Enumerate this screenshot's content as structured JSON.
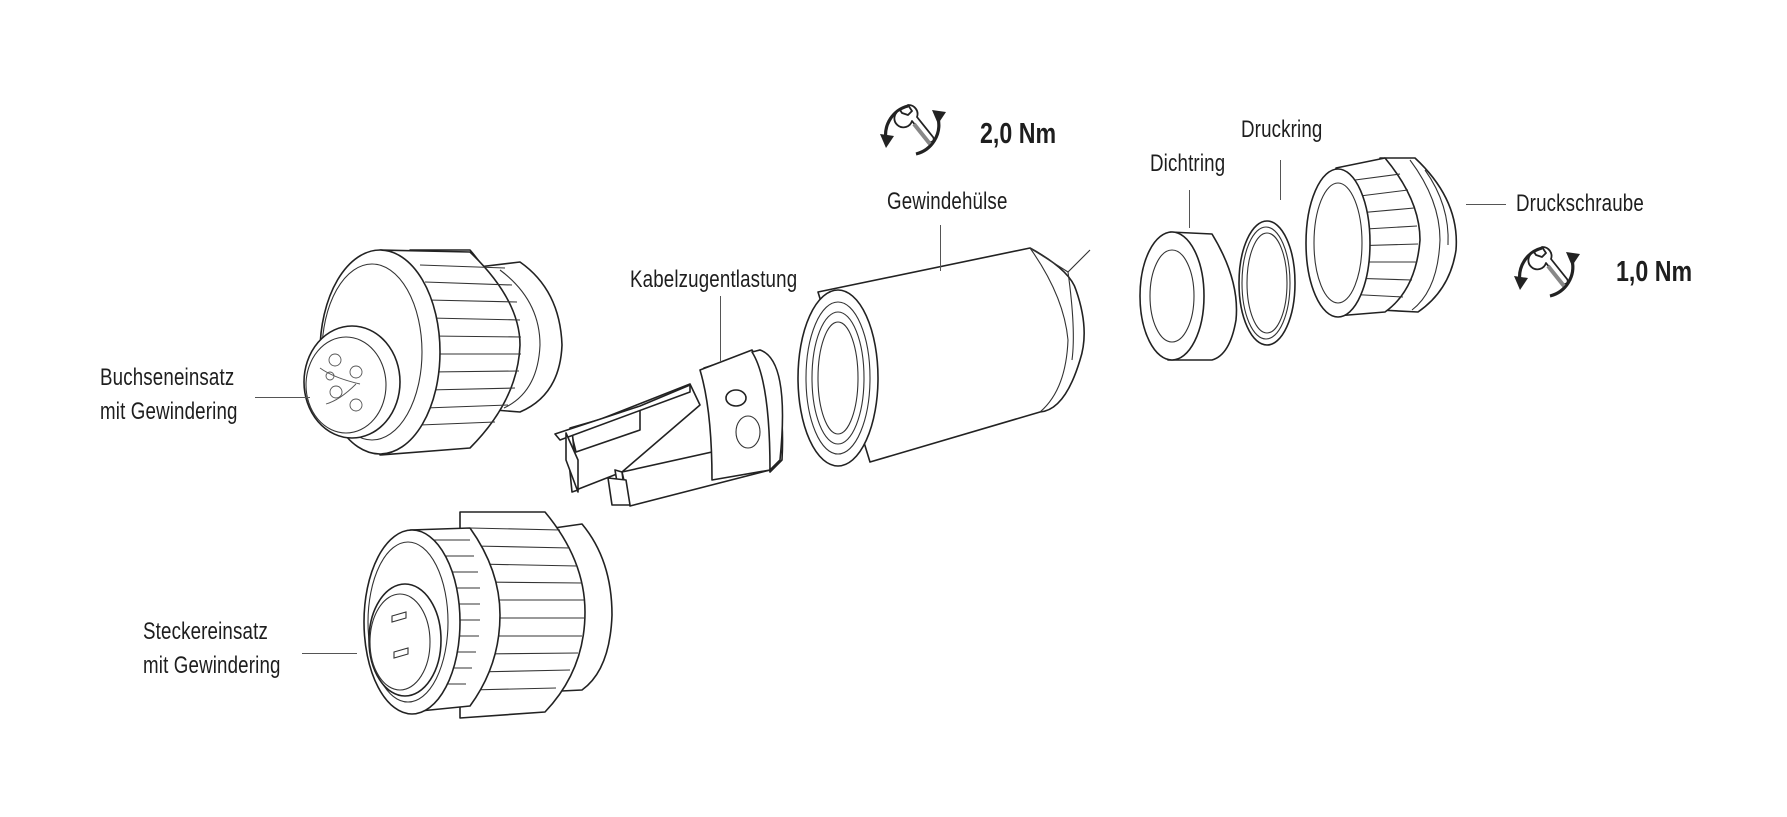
{
  "labels": {
    "socket_insert": [
      "Buchseneinsatz",
      "mit Gewindering"
    ],
    "plug_insert": [
      "Steckereinsatz",
      "mit Gewindering"
    ],
    "strain_relief": "Kabelzugentlastung",
    "threaded_sleeve": "Gewindehülse",
    "sealing_ring": "Dichtring",
    "pressure_ring": "Druckring",
    "pressure_screw": "Druckschraube"
  },
  "torque": {
    "sleeve": "2,0 Nm",
    "screw": "1,0 Nm"
  },
  "icons": [
    "wrench-torque-icon",
    "wrench-torque-icon"
  ]
}
